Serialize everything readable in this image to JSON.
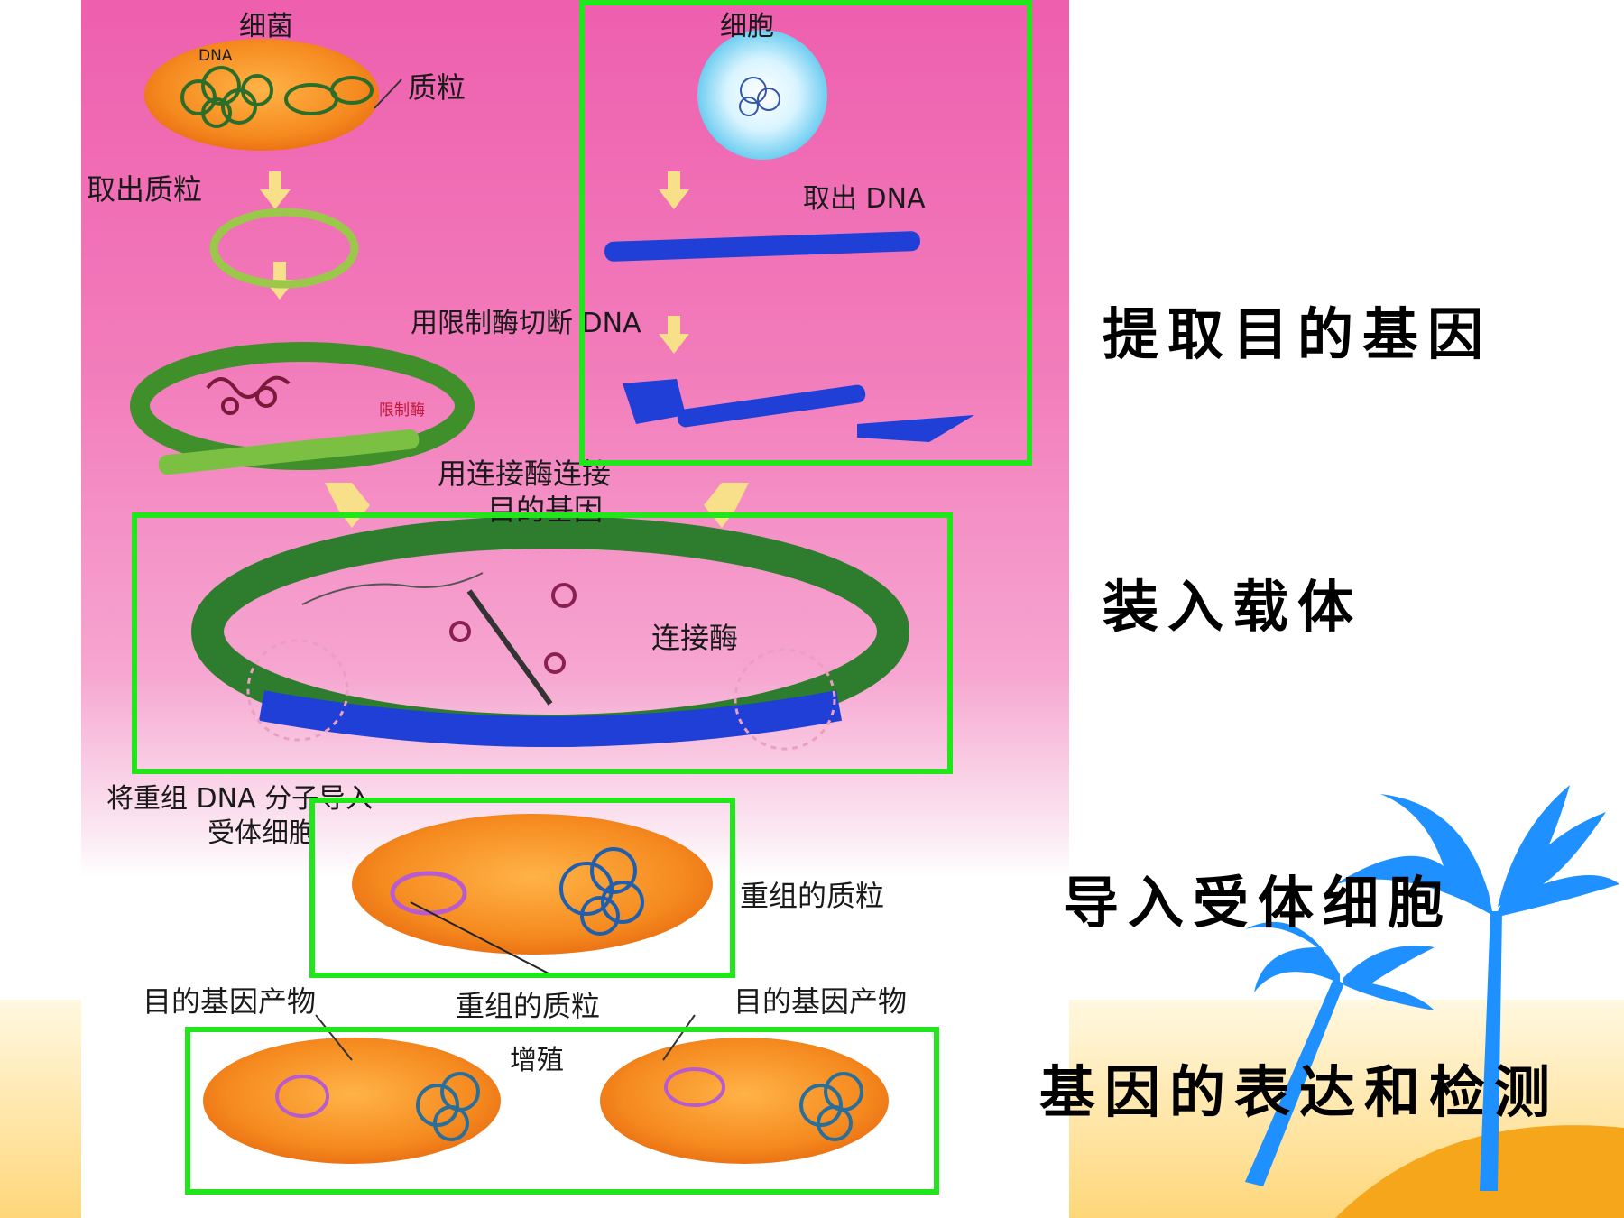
{
  "diagram": {
    "top_left": {
      "bacteria": "细菌",
      "dna": "DNA",
      "plasmid": "质粒",
      "extract_plasmid": "取出质粒",
      "enzyme_small": "限制酶"
    },
    "top_right": {
      "cell": "细胞",
      "extract_dna": "取出 DNA",
      "cut_dna": "用限制酶切断 DNA"
    },
    "middle": {
      "ligase_connect_1": "用连接酶连接",
      "ligase_connect_2": "目的基因",
      "ligase": "连接酶"
    },
    "lower": {
      "import_1": "将重组 DNA 分子导入",
      "import_2": "受体细胞",
      "recombinant_plasmid_right": "重组的质粒",
      "target_product_left": "目的基因产物",
      "recombinant_plasmid_center": "重组的质粒",
      "target_product_right": "目的基因产物",
      "proliferation": "增殖"
    }
  },
  "captions": {
    "step1": "提取目的基因",
    "step2": "装入载体",
    "step3": "导入受体细胞",
    "step4": "基因的表达和检测"
  },
  "colors": {
    "highlight_box": "#22e61c",
    "background_pink": "#ee5fae",
    "tree": "#1e90ff"
  }
}
